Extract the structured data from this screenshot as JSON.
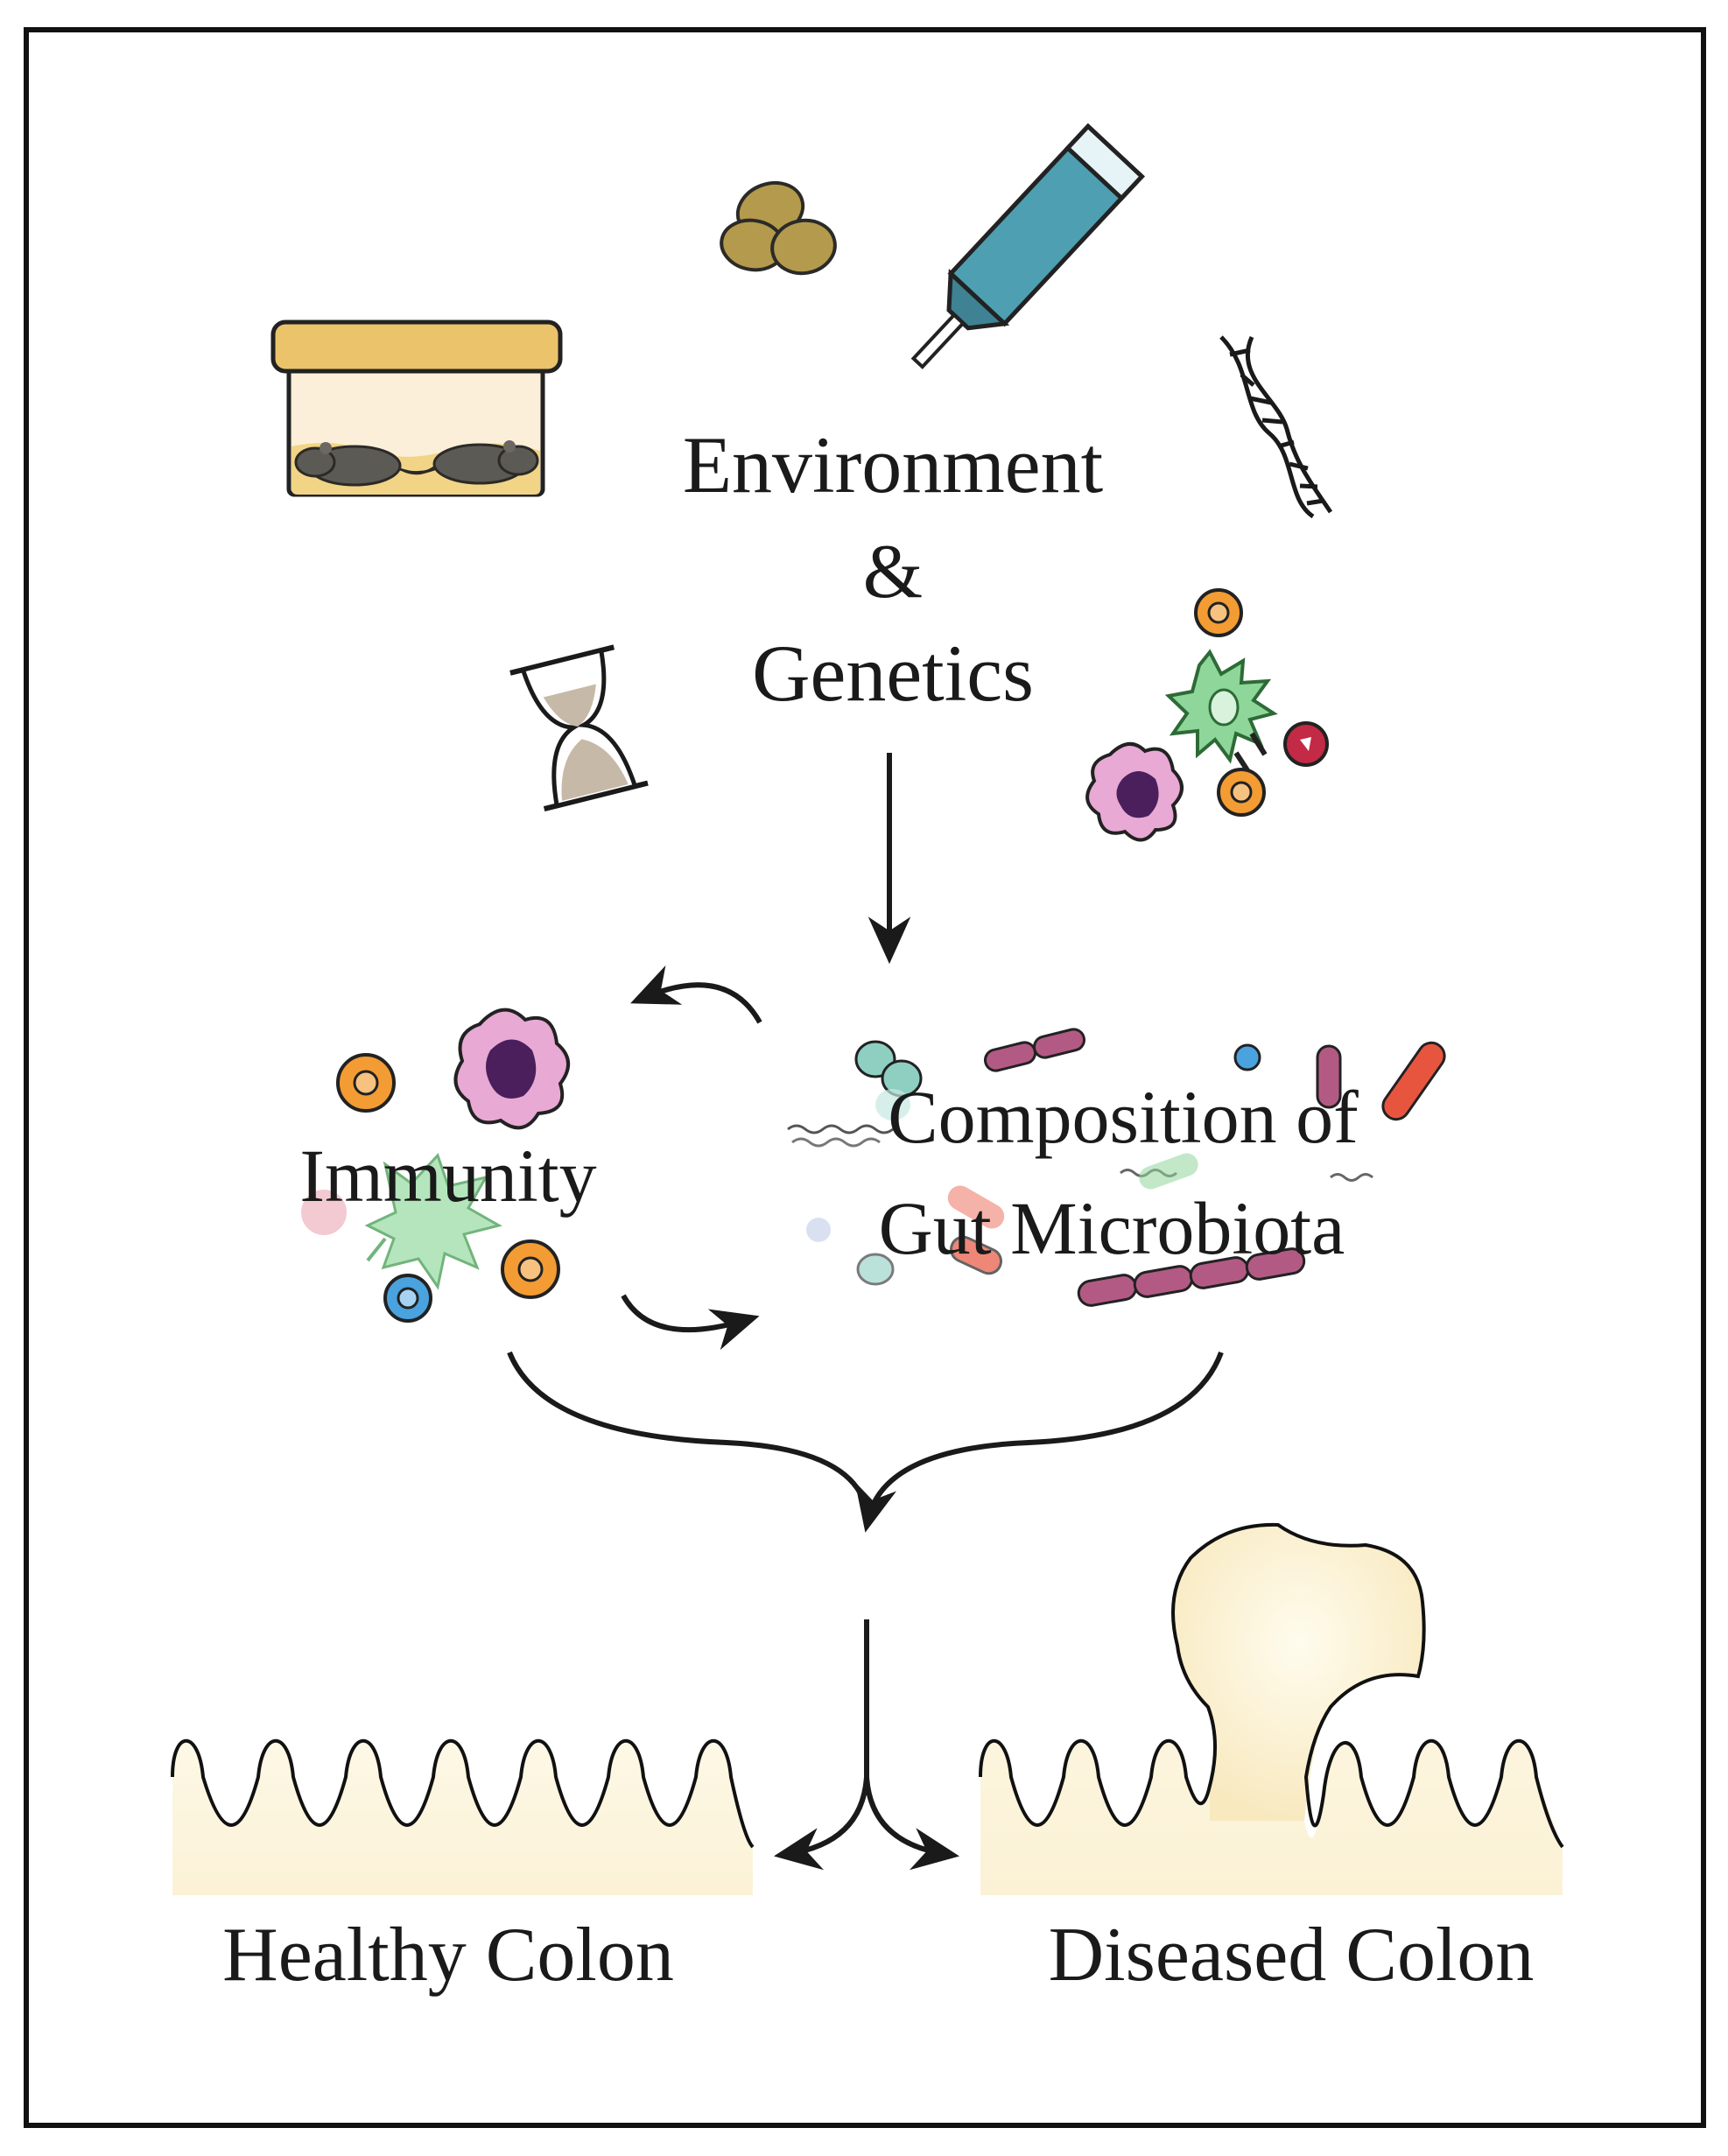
{
  "labels": {
    "environment": "Environment",
    "ampersand": "&",
    "genetics": "Genetics",
    "immunity": "Immunity",
    "composition_line1": "Composition of",
    "composition_line2": "Gut Microbiota",
    "healthy": "Healthy Colon",
    "diseased": "Diseased Colon"
  },
  "icons": [
    "mouse-cage-icon",
    "food-pellets-icon",
    "water-bottle-icon",
    "dna-helix-icon",
    "hourglass-icon",
    "immune-cells-icon",
    "bacteria-cluster-icon",
    "colon-tissue-icon",
    "tumor-polyp-icon"
  ],
  "colors": {
    "ink": "#1a1a1a",
    "cage_lid": "#eac36a",
    "cage_bedding": "#f2d486",
    "cage_body": "#fbefd9",
    "mouse": "#5c5a55",
    "pellet": "#b49a4c",
    "bottle": "#4e9fb2",
    "orange_cell": "#f39c34",
    "pink_cell": "#e8a9d4",
    "purple_nucleus": "#4a1f5c",
    "green_cell": "#8fd69a",
    "blue_cell": "#4aa2de",
    "red_cell": "#c22a45",
    "rod_magenta": "#b35a84",
    "rod_teal": "#8ecfc2",
    "rod_red": "#e8553f",
    "colon_fill": "#fdf7e1",
    "tumor_fill": "#fcf1cf"
  }
}
